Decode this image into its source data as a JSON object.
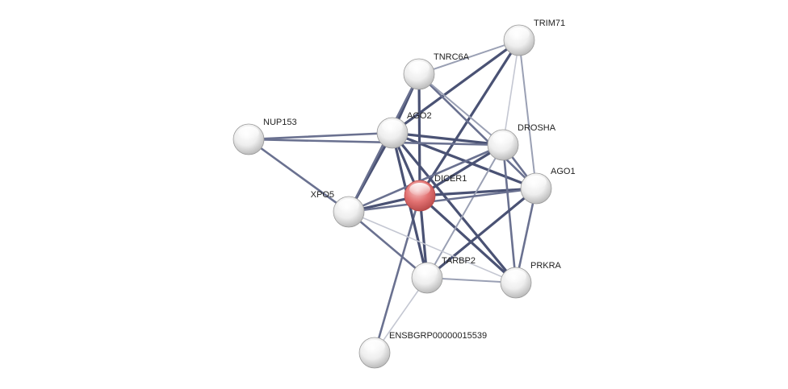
{
  "network": {
    "nodes": [
      {
        "id": "DICER1",
        "label": "DICER1",
        "query": true
      },
      {
        "id": "TRIM71",
        "label": "TRIM71",
        "query": false
      },
      {
        "id": "TNRC6A",
        "label": "TNRC6A",
        "query": false
      },
      {
        "id": "AGO2",
        "label": "AGO2",
        "query": false
      },
      {
        "id": "NUP153",
        "label": "NUP153",
        "query": false
      },
      {
        "id": "DROSHA",
        "label": "DROSHA",
        "query": false
      },
      {
        "id": "AGO1",
        "label": "AGO1",
        "query": false
      },
      {
        "id": "XPO5",
        "label": "XPO5",
        "query": false
      },
      {
        "id": "TARBP2",
        "label": "TARBP2",
        "query": false
      },
      {
        "id": "PRKRA",
        "label": "PRKRA",
        "query": false
      },
      {
        "id": "ENSBGRP00000015539",
        "label": "ENSBGRP00000015539",
        "query": false
      }
    ],
    "edges": [
      {
        "source": "DICER1",
        "target": "AGO2",
        "weight": "strong"
      },
      {
        "source": "DICER1",
        "target": "TARBP2",
        "weight": "strong"
      },
      {
        "source": "DICER1",
        "target": "XPO5",
        "weight": "strong"
      },
      {
        "source": "DICER1",
        "target": "TNRC6A",
        "weight": "strong"
      },
      {
        "source": "DICER1",
        "target": "DROSHA",
        "weight": "strong"
      },
      {
        "source": "DICER1",
        "target": "AGO1",
        "weight": "strong"
      },
      {
        "source": "DICER1",
        "target": "PRKRA",
        "weight": "strong"
      },
      {
        "source": "DICER1",
        "target": "TRIM71",
        "weight": "strong"
      },
      {
        "source": "DICER1",
        "target": "ENSBGRP00000015539",
        "weight": "medium"
      },
      {
        "source": "AGO2",
        "target": "TNRC6A",
        "weight": "strong"
      },
      {
        "source": "AGO2",
        "target": "XPO5",
        "weight": "strong"
      },
      {
        "source": "AGO2",
        "target": "TARBP2",
        "weight": "strong"
      },
      {
        "source": "AGO2",
        "target": "DROSHA",
        "weight": "strong"
      },
      {
        "source": "AGO2",
        "target": "AGO1",
        "weight": "strong"
      },
      {
        "source": "AGO2",
        "target": "PRKRA",
        "weight": "strong"
      },
      {
        "source": "AGO2",
        "target": "TRIM71",
        "weight": "strong"
      },
      {
        "source": "AGO2",
        "target": "NUP153",
        "weight": "medium"
      },
      {
        "source": "TNRC6A",
        "target": "TRIM71",
        "weight": "light"
      },
      {
        "source": "TNRC6A",
        "target": "XPO5",
        "weight": "medium"
      },
      {
        "source": "TNRC6A",
        "target": "AGO1",
        "weight": "medium"
      },
      {
        "source": "TNRC6A",
        "target": "DROSHA",
        "weight": "light"
      },
      {
        "source": "TRIM71",
        "target": "DROSHA",
        "weight": "faint"
      },
      {
        "source": "TRIM71",
        "target": "AGO1",
        "weight": "light"
      },
      {
        "source": "NUP153",
        "target": "XPO5",
        "weight": "medium"
      },
      {
        "source": "NUP153",
        "target": "DROSHA",
        "weight": "medium"
      },
      {
        "source": "DROSHA",
        "target": "AGO1",
        "weight": "medium"
      },
      {
        "source": "DROSHA",
        "target": "XPO5",
        "weight": "medium"
      },
      {
        "source": "DROSHA",
        "target": "TARBP2",
        "weight": "light"
      },
      {
        "source": "DROSHA",
        "target": "PRKRA",
        "weight": "medium"
      },
      {
        "source": "AGO1",
        "target": "XPO5",
        "weight": "medium"
      },
      {
        "source": "AGO1",
        "target": "TARBP2",
        "weight": "strong"
      },
      {
        "source": "AGO1",
        "target": "PRKRA",
        "weight": "medium"
      },
      {
        "source": "XPO5",
        "target": "TARBP2",
        "weight": "medium"
      },
      {
        "source": "XPO5",
        "target": "PRKRA",
        "weight": "faint"
      },
      {
        "source": "TARBP2",
        "target": "PRKRA",
        "weight": "light"
      },
      {
        "source": "TARBP2",
        "target": "ENSBGRP00000015539",
        "weight": "faint"
      }
    ]
  },
  "colors": {
    "query_node": "#e06868",
    "query_node_highlight": "#f6c2c2",
    "query_node_edge": "#b84848",
    "node": "#e6e6e6",
    "node_highlight": "#ffffff",
    "node_edge": "#9a9a9a",
    "edge_strong": "#4a5274",
    "edge_medium": "#6a7190",
    "edge_light": "#9aa0b4",
    "edge_faint": "#c4c7d2",
    "label": "#222222"
  }
}
